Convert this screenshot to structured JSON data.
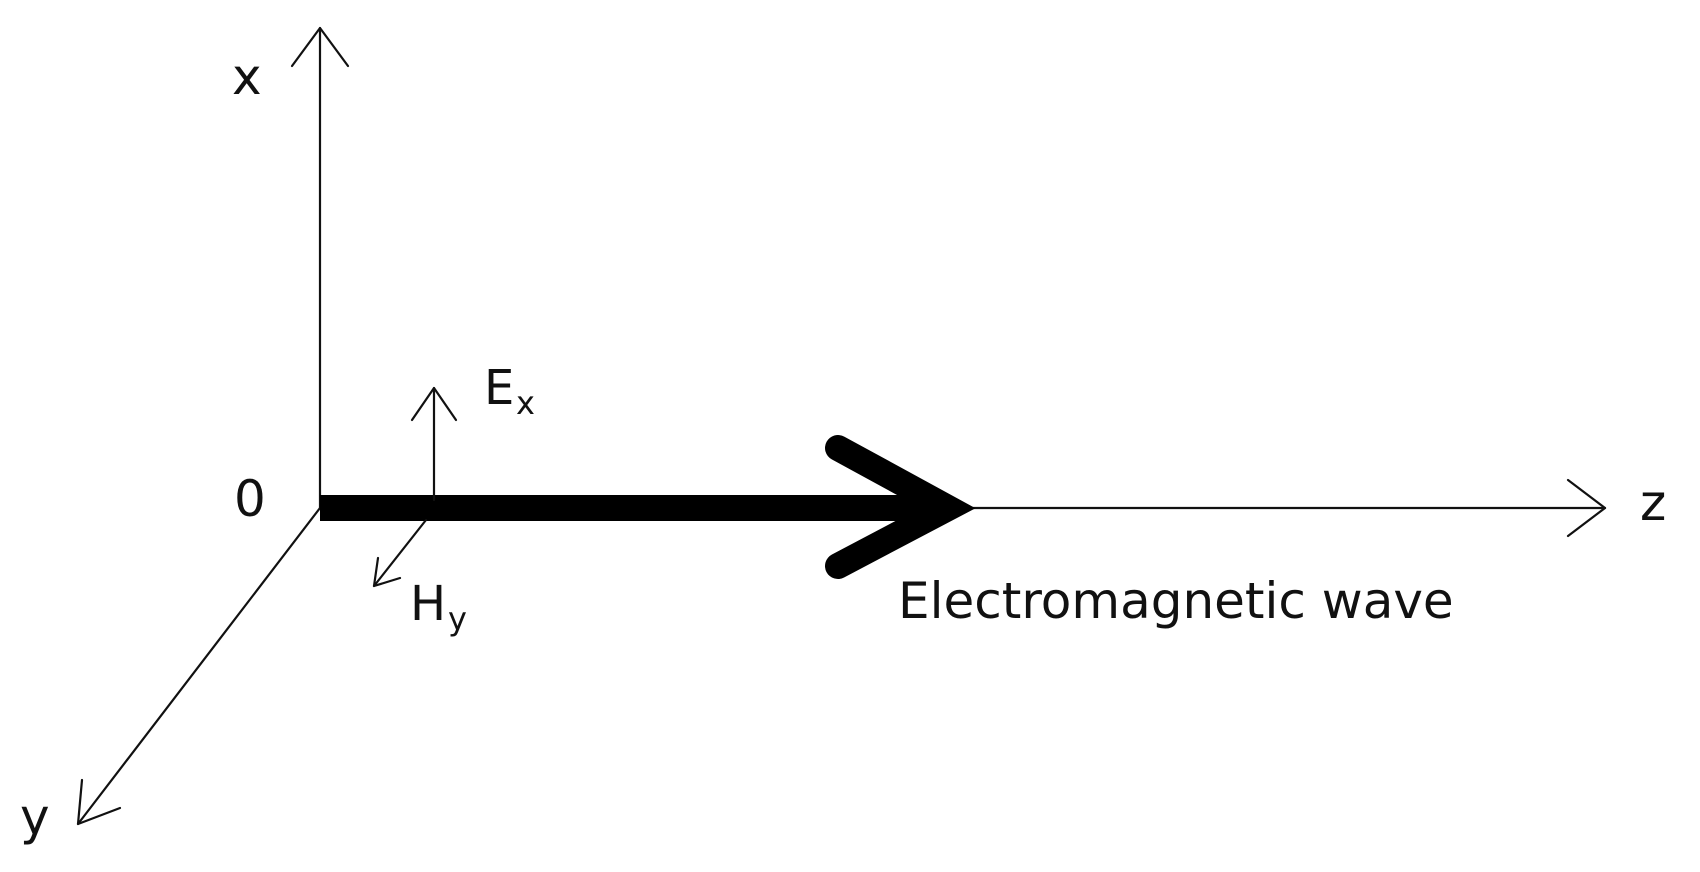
{
  "labels": {
    "axis_x": "x",
    "axis_y": "y",
    "axis_z": "z",
    "origin": "0",
    "e_field_main": "E",
    "e_field_sub": "x",
    "h_field_main": "H",
    "h_field_sub": "y",
    "wave_caption": "Electromagnetic wave"
  },
  "colors": {
    "stroke": "#111111",
    "wave_arrow": "#000000",
    "background": "#ffffff"
  }
}
